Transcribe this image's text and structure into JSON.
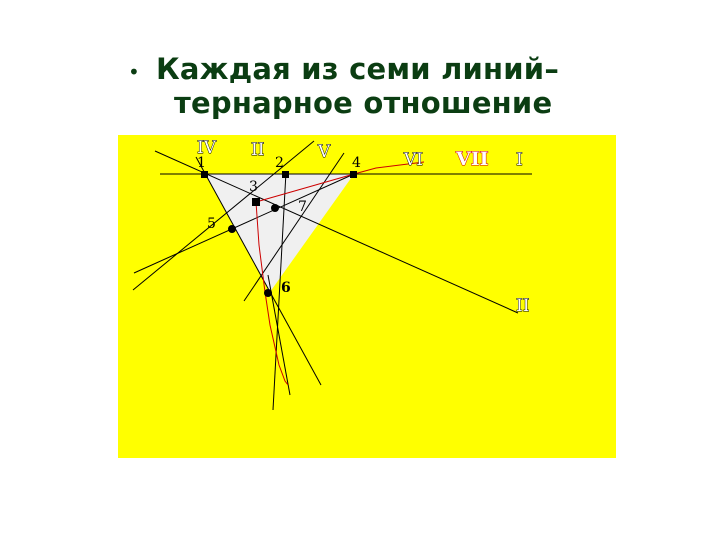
{
  "slide": {
    "bullet_symbol": "•",
    "heading_line1": "Каждая из семи линий–",
    "heading_line2": "тернарное отношение"
  },
  "diagram": {
    "background_color": "#ffff00",
    "triangle_fill": "#f0f0f0",
    "line_color": "#000000",
    "red_line_color": "#cc0000",
    "roman_labels": {
      "IV": "IV",
      "II_top": "II",
      "V": "V",
      "VI": "VI",
      "VII": "VII",
      "I": "I",
      "II_right": "II"
    },
    "point_labels": {
      "p1": "1",
      "p2": "2",
      "p3": "3",
      "p4": "4",
      "p5": "5",
      "p6": "6",
      "p7": "7"
    }
  }
}
